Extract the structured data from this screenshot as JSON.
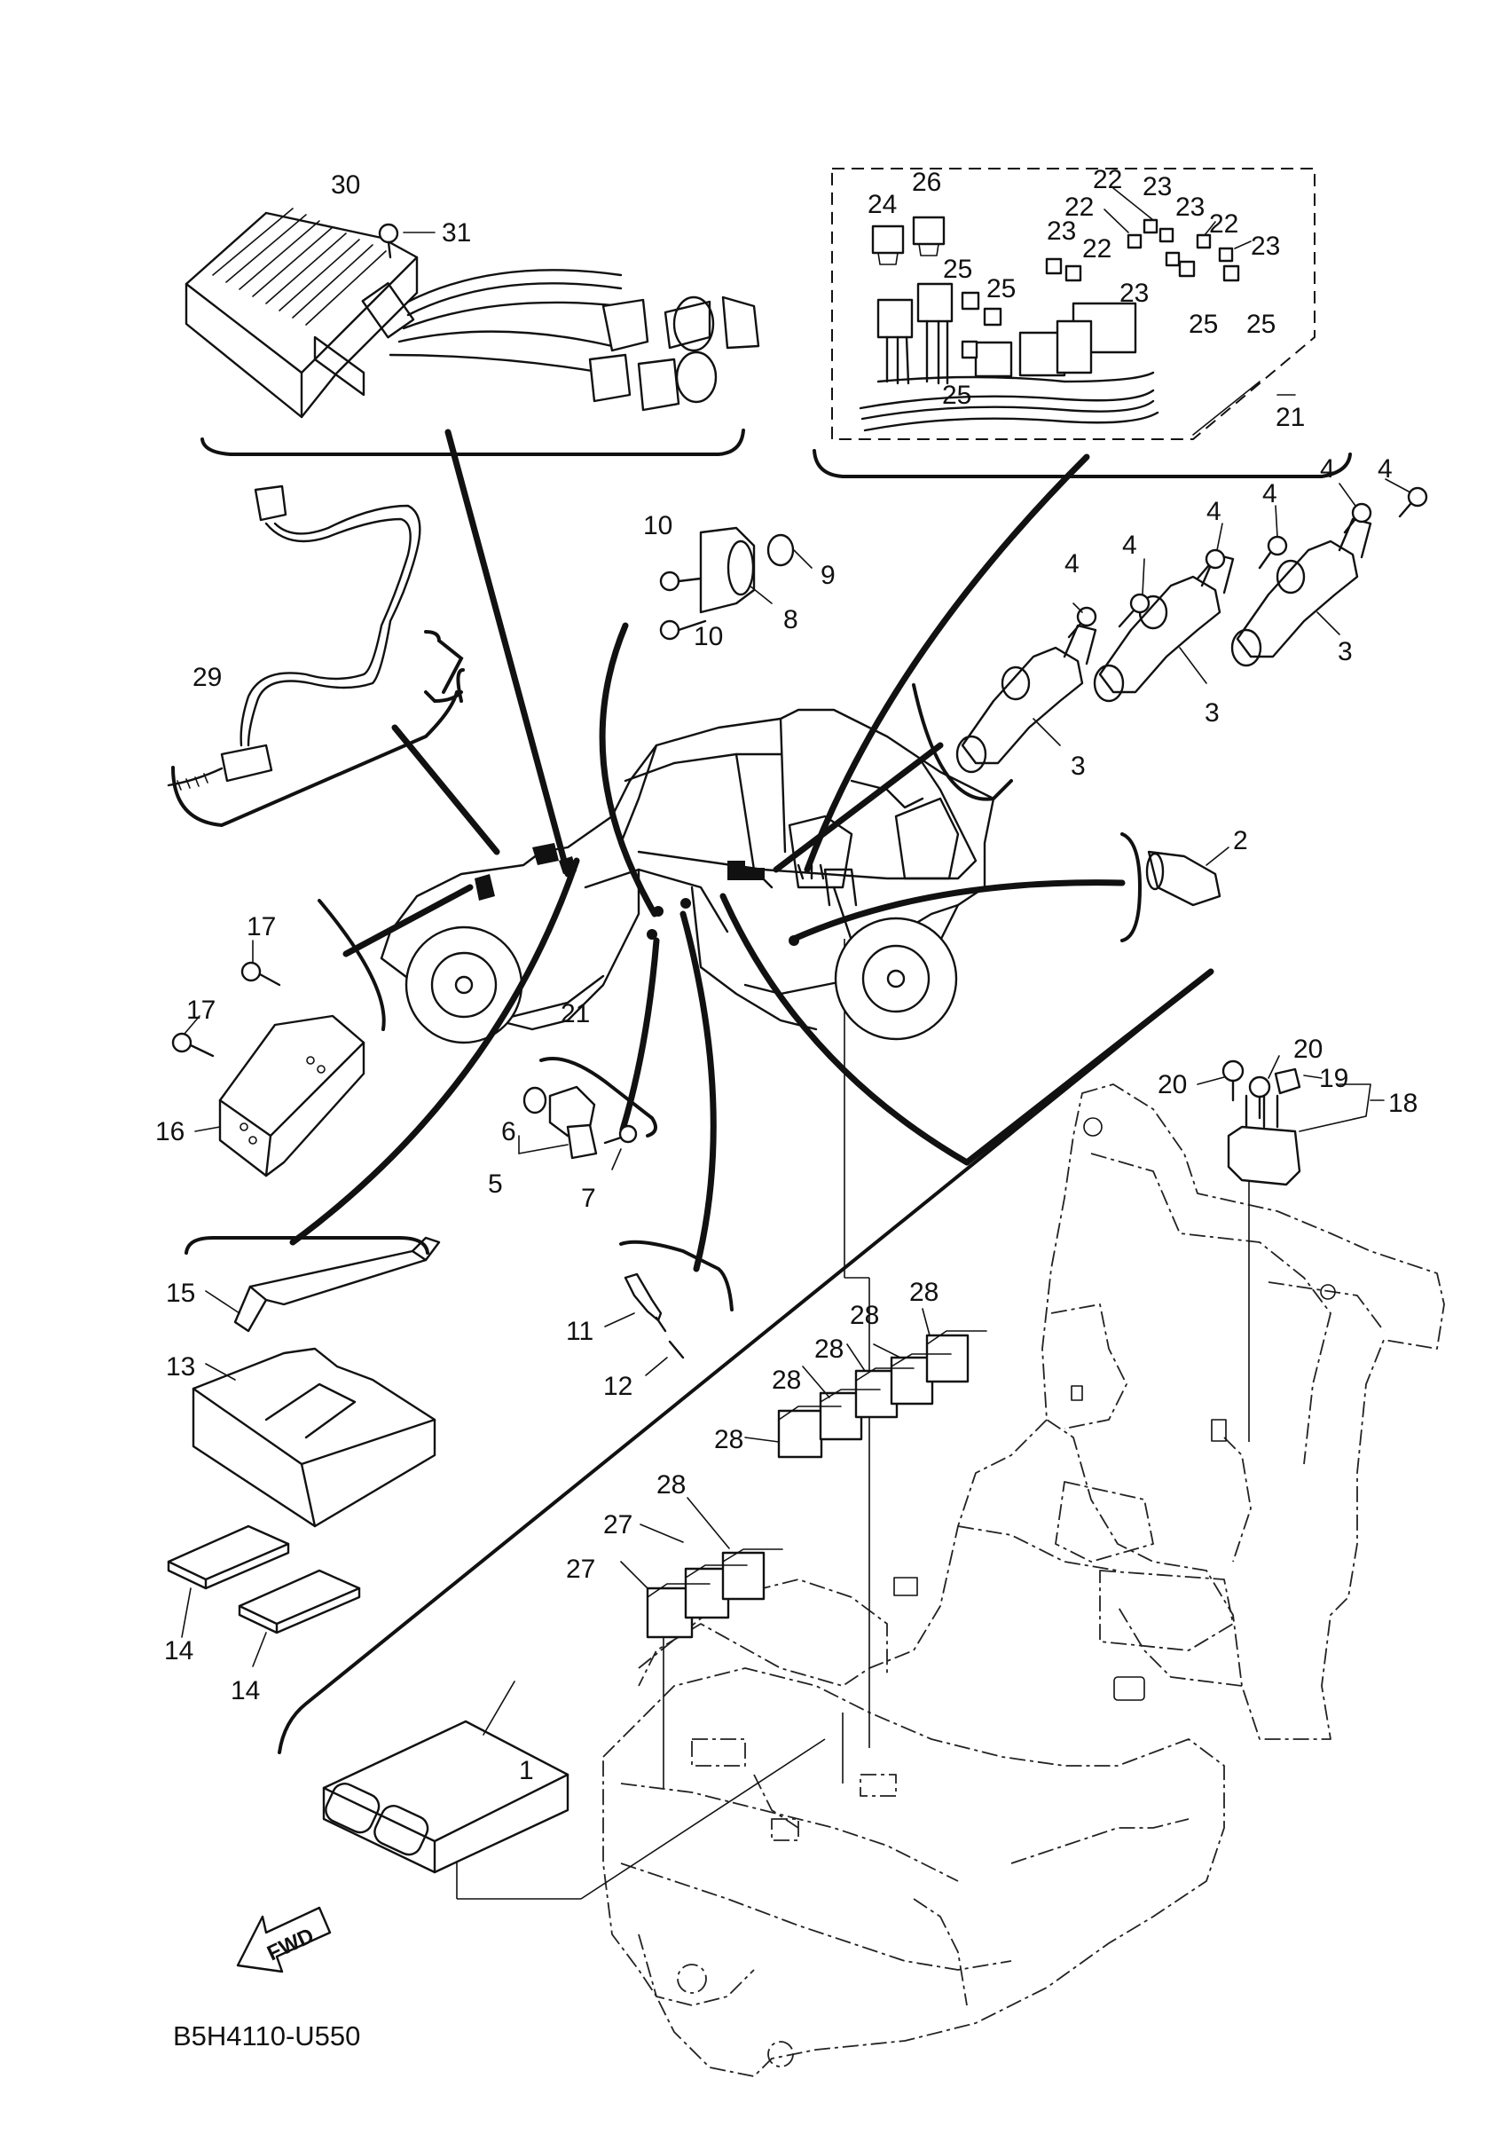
{
  "diagram_code": "B5H4110-U550",
  "fwd_label": "FWD",
  "callouts": {
    "c1": "1",
    "c2": "2",
    "c3a": "3",
    "c3b": "3",
    "c3c": "3",
    "c4a": "4",
    "c4b": "4",
    "c4c": "4",
    "c4d": "4",
    "c4e": "4",
    "c4f": "4",
    "c5": "5",
    "c6": "6",
    "c7": "7",
    "c8": "8",
    "c9": "9",
    "c10a": "10",
    "c10b": "10",
    "c11": "11",
    "c12": "12",
    "c13": "13",
    "c14a": "14",
    "c14b": "14",
    "c15": "15",
    "c16": "16",
    "c17a": "17",
    "c17b": "17",
    "c18": "18",
    "c19": "19",
    "c20a": "20",
    "c20b": "20",
    "c21a": "21",
    "c21b": "21",
    "c22a": "22",
    "c22b": "22",
    "c22c": "22",
    "c22d": "22",
    "c23a": "23",
    "c23b": "23",
    "c23c": "23",
    "c23d": "23",
    "c23e": "23",
    "c24": "24",
    "c25a": "25",
    "c25b": "25",
    "c25c": "25",
    "c25d": "25",
    "c25e": "25",
    "c26": "26",
    "c27a": "27",
    "c27b": "27",
    "c28a": "28",
    "c28b": "28",
    "c28c": "28",
    "c28d": "28",
    "c28e": "28",
    "c28f": "28",
    "c29": "29",
    "c30": "30",
    "c31": "31"
  }
}
